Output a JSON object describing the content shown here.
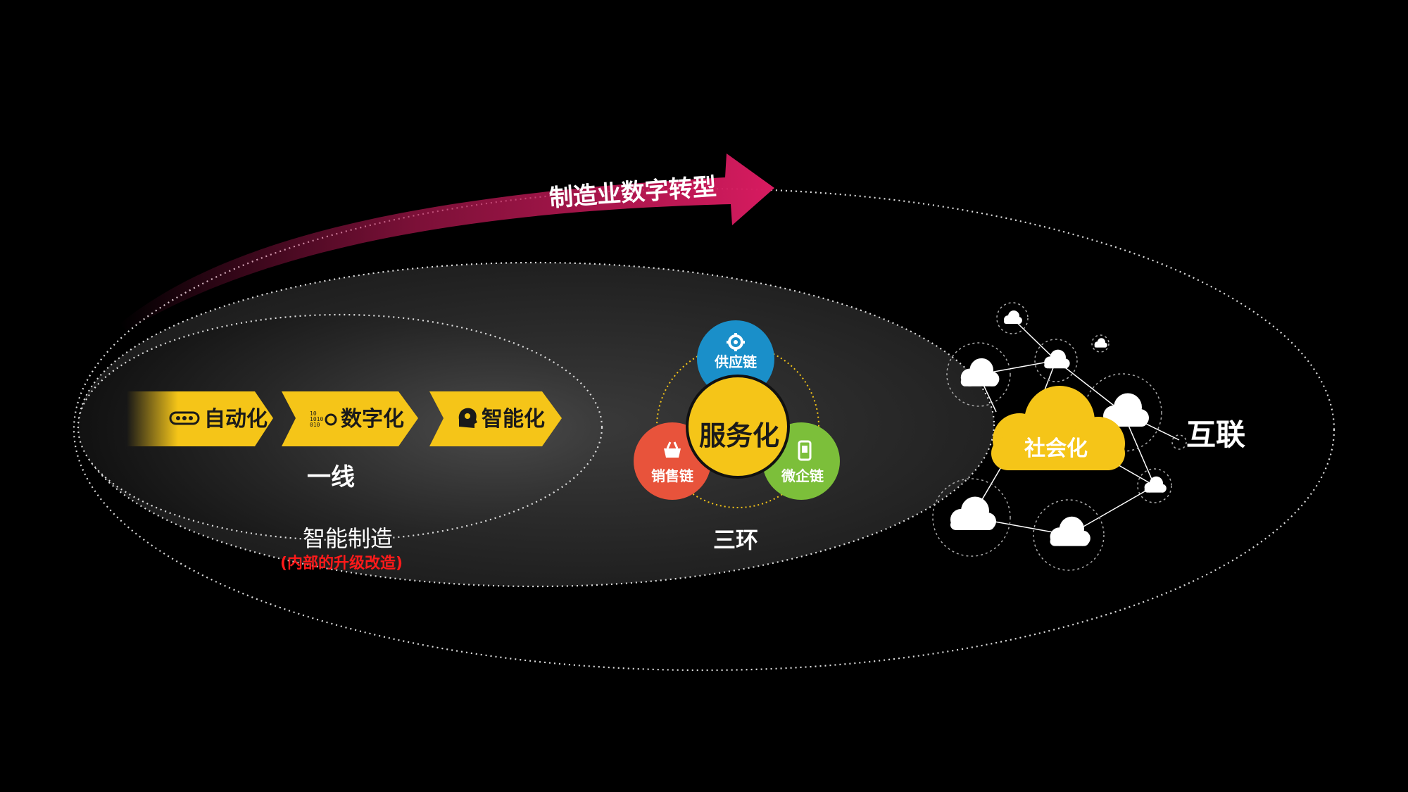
{
  "trend_arrow": {
    "label": "制造业数字转型"
  },
  "inner_ring": {
    "arrows": [
      {
        "label": "自动化",
        "icon": "pill-chain-icon"
      },
      {
        "label": "数字化",
        "icon": "binary-gear-icon"
      },
      {
        "label": "智能化",
        "icon": "head-gear-icon"
      }
    ],
    "caption": "一线"
  },
  "middle_ring": {
    "title": "智能制造",
    "note": "(内部的升级改造)",
    "center": "服务化",
    "satellites": [
      {
        "label": "供应链",
        "icon": "gear-icon",
        "color": "#1a8fc9"
      },
      {
        "label": "销售链",
        "icon": "basket-icon",
        "color": "#e8533b"
      },
      {
        "label": "微企链",
        "icon": "phone-icon",
        "color": "#7cbf3a"
      }
    ],
    "caption": "三环"
  },
  "outer_ring": {
    "cloud": "社会化",
    "caption": "互联"
  },
  "colors": {
    "arrow_yellow": "#f5c518",
    "trend_pink": "#c2185b",
    "center_yellow": "#f5c518",
    "cloud_yellow": "#f5c518"
  }
}
